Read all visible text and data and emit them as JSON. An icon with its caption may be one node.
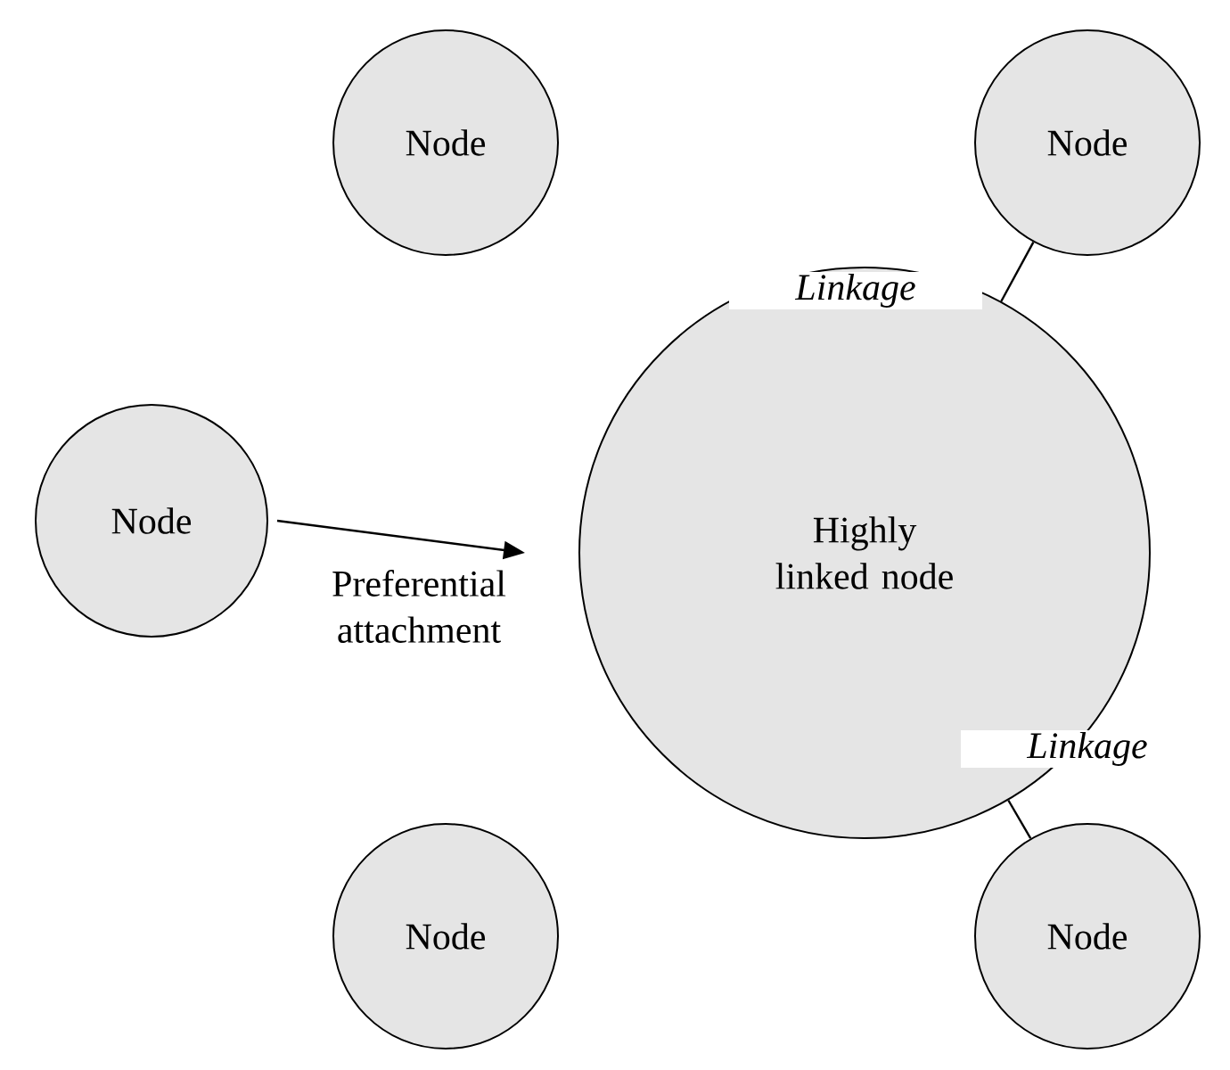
{
  "diagram": {
    "nodes": [
      {
        "text": [
          "Node"
        ]
      },
      {
        "text": [
          "Node"
        ]
      },
      {
        "text": [
          "Node"
        ]
      },
      {
        "text": [
          "Highly linked node"
        ]
      },
      {
        "text": [
          "Node"
        ]
      },
      {
        "text": [
          "Node"
        ]
      }
    ],
    "edges": [
      {
        "from": 2,
        "to": 3,
        "arrow": "to",
        "label": "Preferential attachment"
      },
      {
        "from": 3,
        "to": 1,
        "arrow": "none",
        "label": "Linkage"
      },
      {
        "from": 3,
        "to": 5,
        "arrow": "none",
        "label": "Linkage"
      }
    ]
  }
}
